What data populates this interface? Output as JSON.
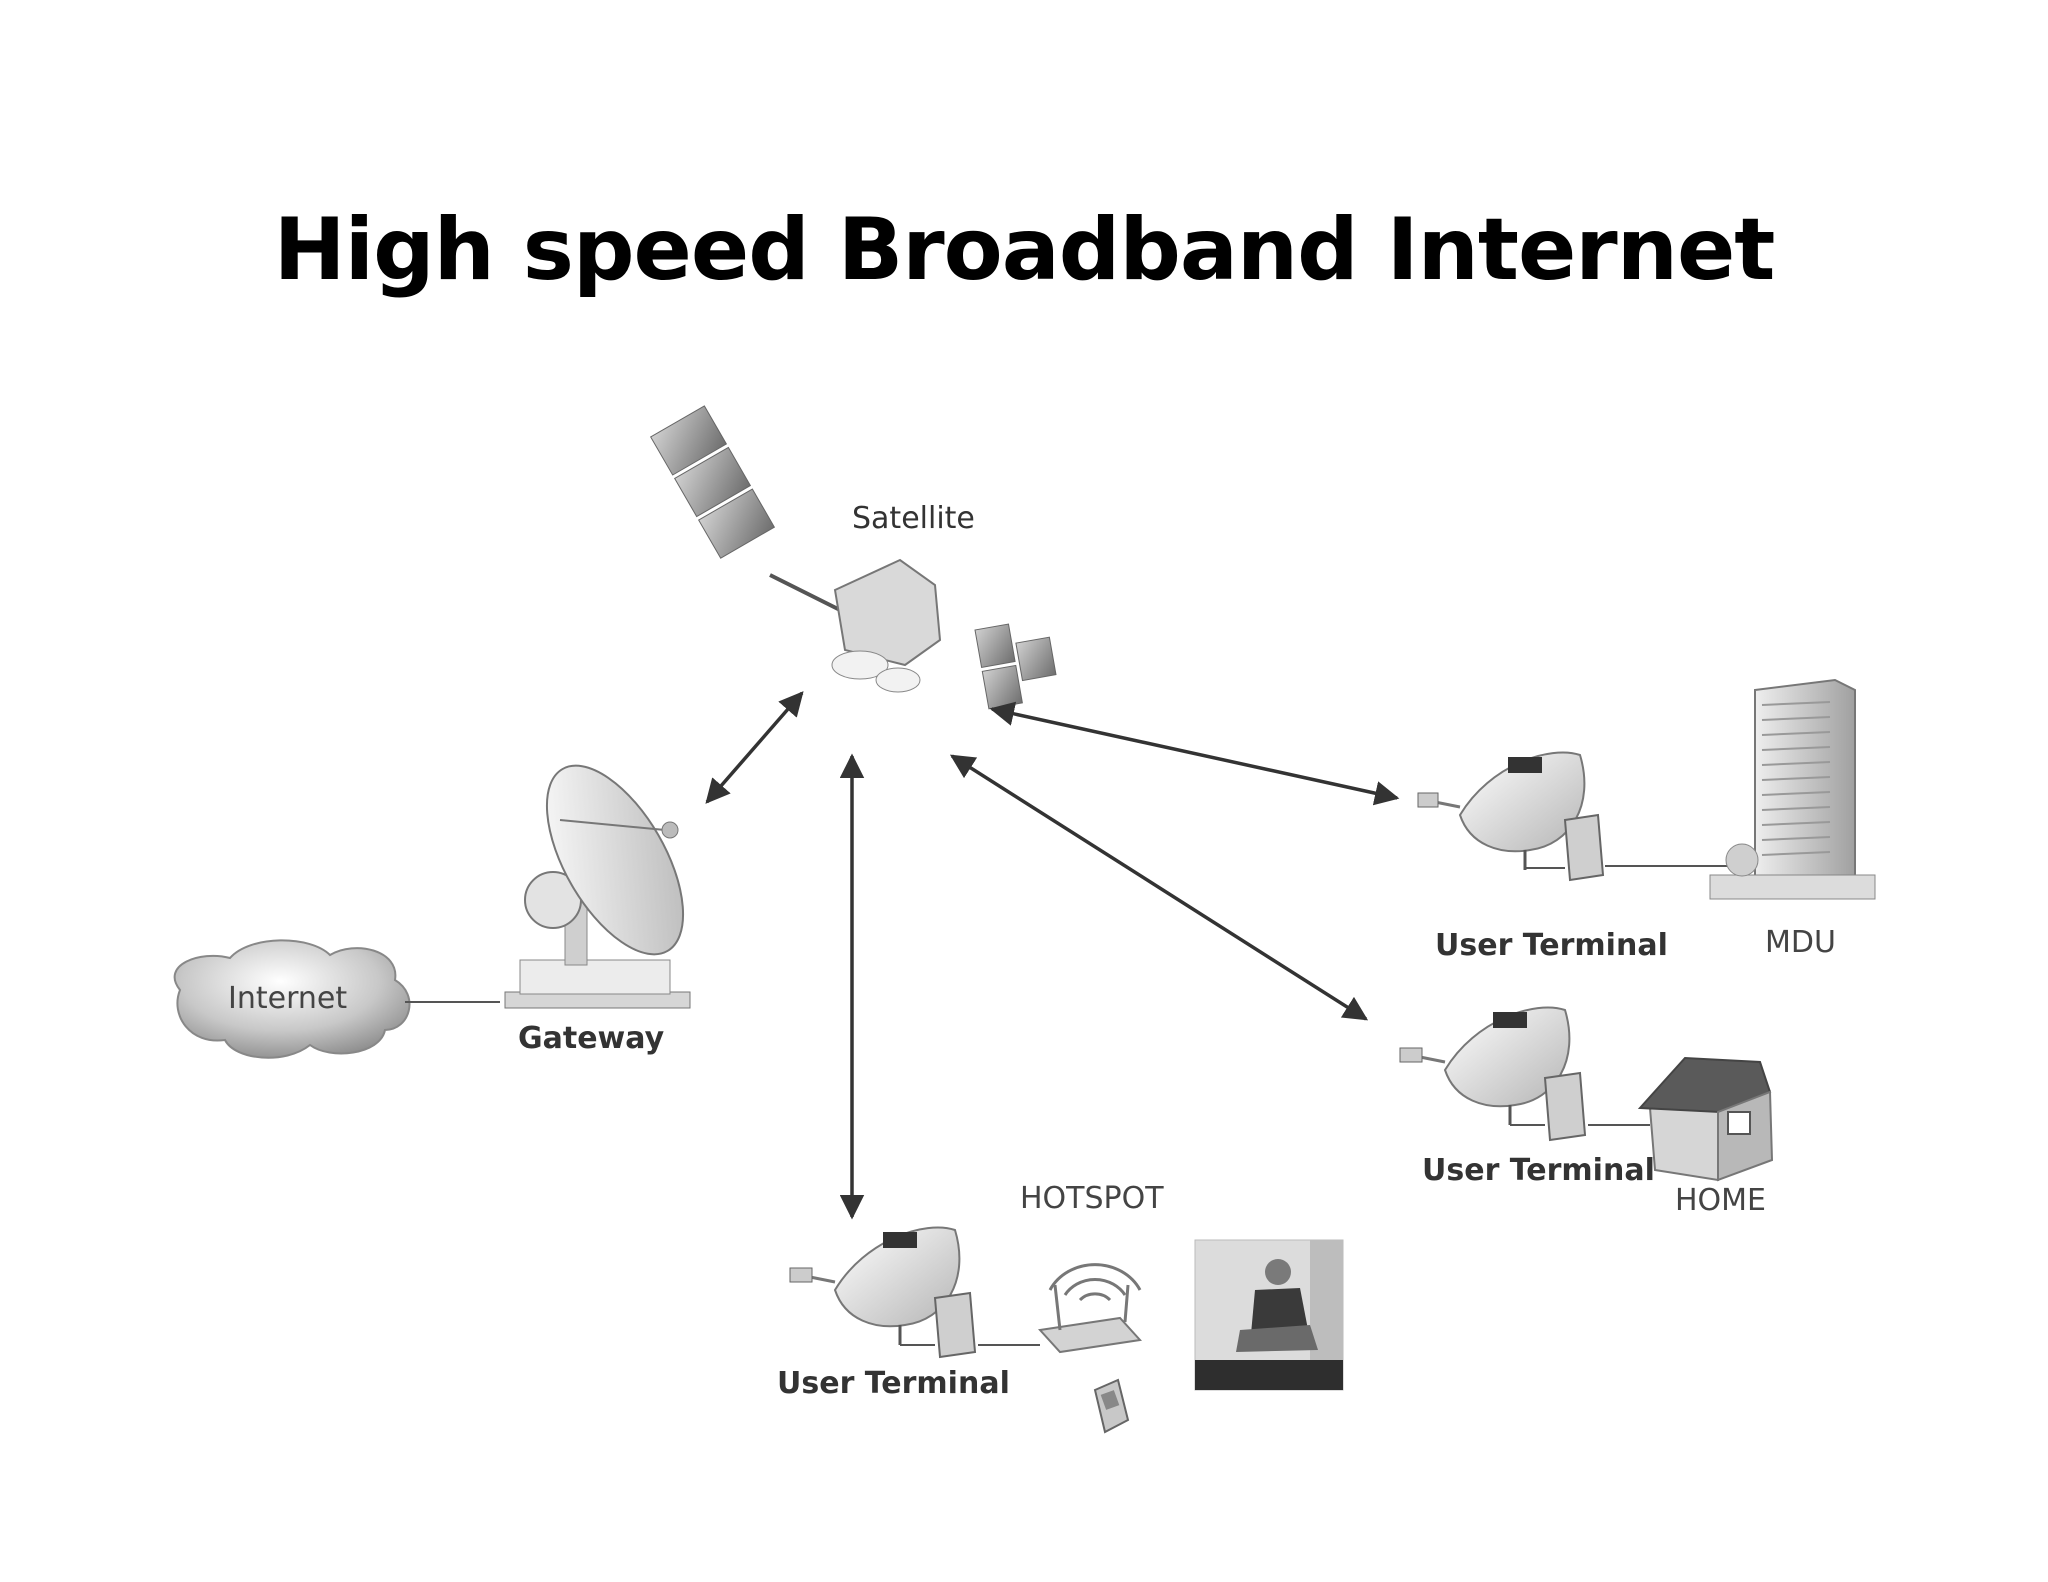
{
  "title": "High speed Broadband Internet",
  "labels": {
    "satellite": "Satellite",
    "internet": "Internet",
    "gateway": "Gateway",
    "user_terminal_mdu": "User Terminal",
    "mdu": "MDU",
    "user_terminal_home": "User Terminal",
    "home": "HOME",
    "user_terminal_hotspot": "User Terminal",
    "hotspot": "HOTSPOT"
  },
  "colors": {
    "arrow": "#333333",
    "device": "#bdbdbd",
    "device_light": "#e6e6e6",
    "device_dark": "#7a7a7a"
  }
}
